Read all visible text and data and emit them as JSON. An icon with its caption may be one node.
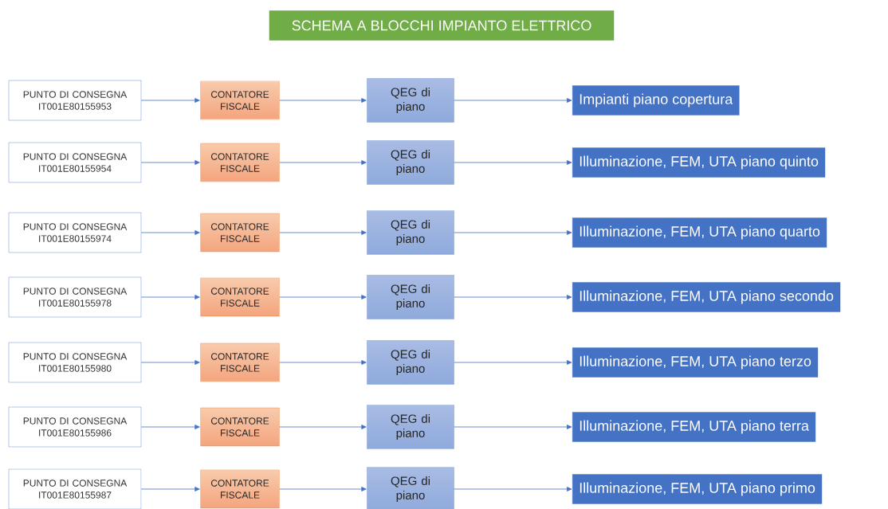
{
  "diagram": {
    "title": "SCHEMA A BLOCCHI IMPIANTO ELETTRICO",
    "nodes": [
      {
        "text": [
          "PUNTO DI CONSEGNA IT001E80155953"
        ]
      },
      {
        "text": [
          "CONTATORE FISCALE"
        ]
      },
      {
        "text": [
          "QEG di piano"
        ]
      },
      {
        "text": [
          "Impianti piano copertura"
        ]
      },
      {
        "text": [
          "PUNTO DI CONSEGNA IT001E80155954"
        ]
      },
      {
        "text": [
          "CONTATORE FISCALE"
        ]
      },
      {
        "text": [
          "QEG di piano"
        ]
      },
      {
        "text": [
          "Illuminazione, FEM, UTA piano quinto"
        ]
      },
      {
        "text": [
          "PUNTO DI CONSEGNA IT001E80155974"
        ]
      },
      {
        "text": [
          "CONTATORE FISCALE"
        ]
      },
      {
        "text": [
          "QEG di piano"
        ]
      },
      {
        "text": [
          "Illuminazione, FEM, UTA piano quarto"
        ]
      },
      {
        "text": [
          "PUNTO DI CONSEGNA IT001E80155978"
        ]
      },
      {
        "text": [
          "CONTATORE FISCALE"
        ]
      },
      {
        "text": [
          "QEG di piano"
        ]
      },
      {
        "text": [
          "Illuminazione, FEM, UTA piano secondo"
        ]
      },
      {
        "text": [
          "PUNTO DI CONSEGNA IT001E80155980"
        ]
      },
      {
        "text": [
          "CONTATORE FISCALE"
        ]
      },
      {
        "text": [
          "QEG di piano"
        ]
      },
      {
        "text": [
          "Illuminazione, FEM, UTA piano terzo"
        ]
      },
      {
        "text": [
          "PUNTO DI CONSEGNA IT001E80155986"
        ]
      },
      {
        "text": [
          "CONTATORE FISCALE"
        ]
      },
      {
        "text": [
          "QEG di piano"
        ]
      },
      {
        "text": [
          "Illuminazione, FEM, UTA piano terra"
        ]
      },
      {
        "text": [
          "PUNTO DI CONSEGNA IT001E80155987"
        ]
      },
      {
        "text": [
          "CONTATORE FISCALE"
        ]
      },
      {
        "text": [
          "QEG di piano"
        ]
      },
      {
        "text": [
          "Illuminazione, FEM, UTA piano primo"
        ]
      }
    ],
    "edges": [
      {
        "from": 0,
        "to": 1,
        "arrow": "to"
      },
      {
        "from": 1,
        "to": 2,
        "arrow": "to"
      },
      {
        "from": 2,
        "to": 3,
        "arrow": "to"
      },
      {
        "from": 4,
        "to": 5,
        "arrow": "to"
      },
      {
        "from": 5,
        "to": 6,
        "arrow": "to"
      },
      {
        "from": 6,
        "to": 7,
        "arrow": "to"
      },
      {
        "from": 8,
        "to": 9,
        "arrow": "to"
      },
      {
        "from": 9,
        "to": 10,
        "arrow": "to"
      },
      {
        "from": 10,
        "to": 11,
        "arrow": "to"
      },
      {
        "from": 12,
        "to": 13,
        "arrow": "to"
      },
      {
        "from": 13,
        "to": 14,
        "arrow": "to"
      },
      {
        "from": 14,
        "to": 15,
        "arrow": "to"
      },
      {
        "from": 16,
        "to": 17,
        "arrow": "to"
      },
      {
        "from": 17,
        "to": 18,
        "arrow": "to"
      },
      {
        "from": 18,
        "to": 19,
        "arrow": "to"
      },
      {
        "from": 20,
        "to": 21,
        "arrow": "to"
      },
      {
        "from": 21,
        "to": 22,
        "arrow": "to"
      },
      {
        "from": 22,
        "to": 23,
        "arrow": "to"
      },
      {
        "from": 24,
        "to": 25,
        "arrow": "to"
      },
      {
        "from": 25,
        "to": 26,
        "arrow": "to"
      },
      {
        "from": 26,
        "to": 27,
        "arrow": "to"
      }
    ]
  }
}
